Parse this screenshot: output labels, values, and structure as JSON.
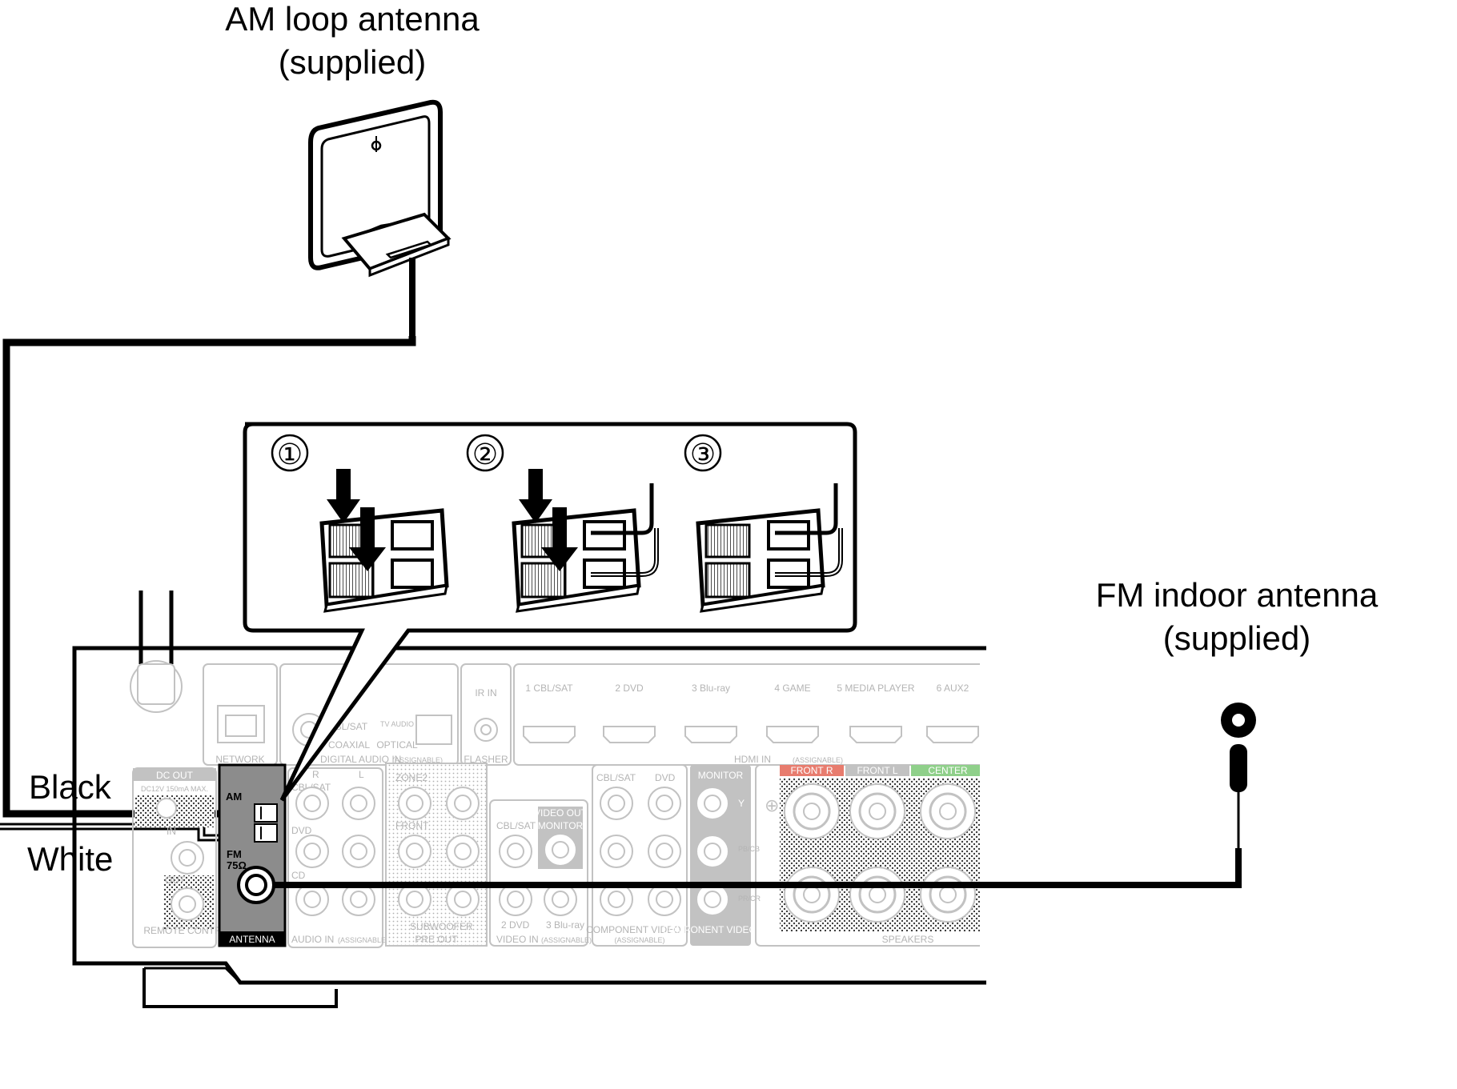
{
  "labels": {
    "am_antenna": [
      "AM loop antenna",
      "(supplied)"
    ],
    "fm_antenna": [
      "FM indoor antenna",
      "(supplied)"
    ],
    "wire_black": "Black",
    "wire_white": "White"
  },
  "steps": [
    "①",
    "②",
    "③"
  ],
  "panel": {
    "network": "NETWORK",
    "digital_audio_in": "DIGITAL AUDIO IN",
    "assignable": "(ASSIGNABLE)",
    "digital_cbl_sat": "CBL/SAT",
    "coaxial": "COAXIAL",
    "tv_audio": "TV AUDIO",
    "optical": "OPTICAL",
    "ir_in": "IR IN",
    "flasher": "FLASHER",
    "hdmi_inputs": [
      "1 CBL/SAT",
      "2 DVD",
      "3 Blu-ray",
      "4 GAME",
      "5 MEDIA PLAYER",
      "6 AUX2"
    ],
    "hdmi_in": "HDMI IN",
    "dc_out": "DC OUT",
    "dc_spec": "DC12V 150mA MAX.",
    "remote_in": "IN",
    "remote_out": "OUT",
    "remote_control": "REMOTE CONTROL",
    "am": "AM",
    "fm": "FM",
    "fm_ohm": "75Ω",
    "antenna": "ANTENNA",
    "audio_r": "R",
    "audio_l": "L",
    "audio_cbl_sat": "CBL/SAT",
    "audio_dvd": "DVD",
    "audio_cd": "CD",
    "audio_in": "AUDIO IN",
    "zone2": "ZONE2",
    "front": "FRONT",
    "subwoofer": "SUBWOOFER",
    "pre_out": "PRE OUT",
    "video_cbl_sat": "CBL/SAT",
    "video_out": "VIDEO OUT",
    "monitor": "MONITOR",
    "video_dvd": "2 DVD",
    "video_bluray": "3 Blu-ray",
    "video_in": "VIDEO IN",
    "comp_cbl_sat": "CBL/SAT",
    "comp_dvd": "DVD",
    "component_video_in": "COMPONENT VIDEO IN",
    "comp_monitor": "MONITOR",
    "comp_y": "Y",
    "comp_pb": "PB/CB",
    "comp_pr": "PR/CR",
    "component_video_out": "COMPONENT VIDEO OUT",
    "front_r": "FRONT R",
    "front_l": "FRONT L",
    "center": "CENTER",
    "speakers": "SPEAKERS"
  },
  "colors": {
    "wire": "#000000",
    "panel_gray": "#c2c2c2",
    "antenna_block": "#8c8c8c",
    "front_r_badge": "#e87c6e",
    "center_badge": "#8fd08a"
  }
}
